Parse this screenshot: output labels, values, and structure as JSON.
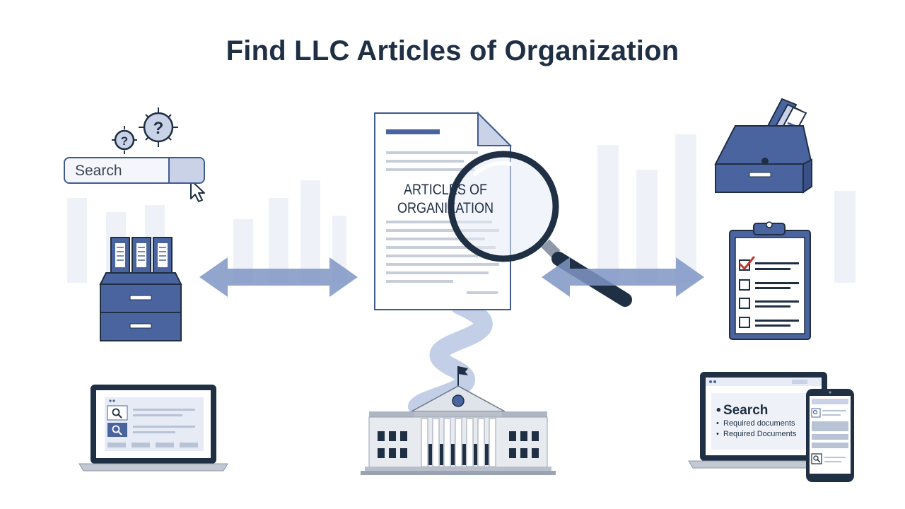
{
  "header": {
    "title": "Find LLC Articles of Organization"
  },
  "search": {
    "placeholder": "Search"
  },
  "document": {
    "heading_line1": "ARTICLES OF",
    "heading_line2": "ORGANIZATION"
  },
  "device_screen": {
    "search_label": "Search",
    "line1": "Required documents",
    "line2": "Required Documents"
  },
  "colors": {
    "navy": "#1f2f44",
    "blue": "#4a64a0",
    "light_blue": "#c9d2e6",
    "pale_blue": "#e6ebf5"
  },
  "icons": [
    "question-bubble-icon",
    "search-icon",
    "cursor-icon",
    "file-cabinet-icon",
    "double-arrow-icon",
    "document-icon",
    "magnifying-glass-icon",
    "archive-box-icon",
    "checklist-clipboard-icon",
    "laptop-icon",
    "government-building-icon",
    "tablet-icon",
    "phone-icon"
  ]
}
